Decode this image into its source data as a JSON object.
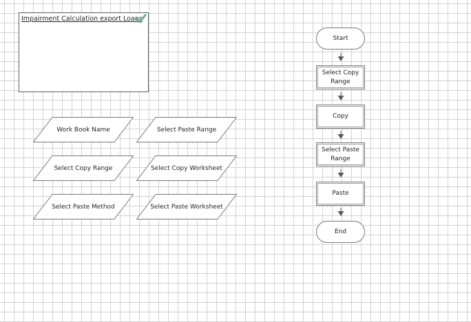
{
  "process_info": {
    "title": "Impairment Calculation  export Loans"
  },
  "data_items": [
    {
      "label": "Work Book Name"
    },
    {
      "label": "Select Paste Range"
    },
    {
      "label": "Select Copy Range"
    },
    {
      "label": "Select Copy Worksheet"
    },
    {
      "label": "Select Paste Method"
    },
    {
      "label": "Select Paste Worksheet"
    }
  ],
  "flow": {
    "start": "Start",
    "stages": [
      {
        "label": "Select Copy Range"
      },
      {
        "label": "Copy"
      },
      {
        "label": "Select Paste Range"
      },
      {
        "label": "Paste"
      }
    ],
    "end": "End"
  },
  "colors": {
    "grid": "#d2d2d2",
    "shape_border": "#777777",
    "check_icon": "#4a9a7a"
  },
  "icons": {
    "published": "check-icon",
    "connector": "arrow-down-icon"
  }
}
